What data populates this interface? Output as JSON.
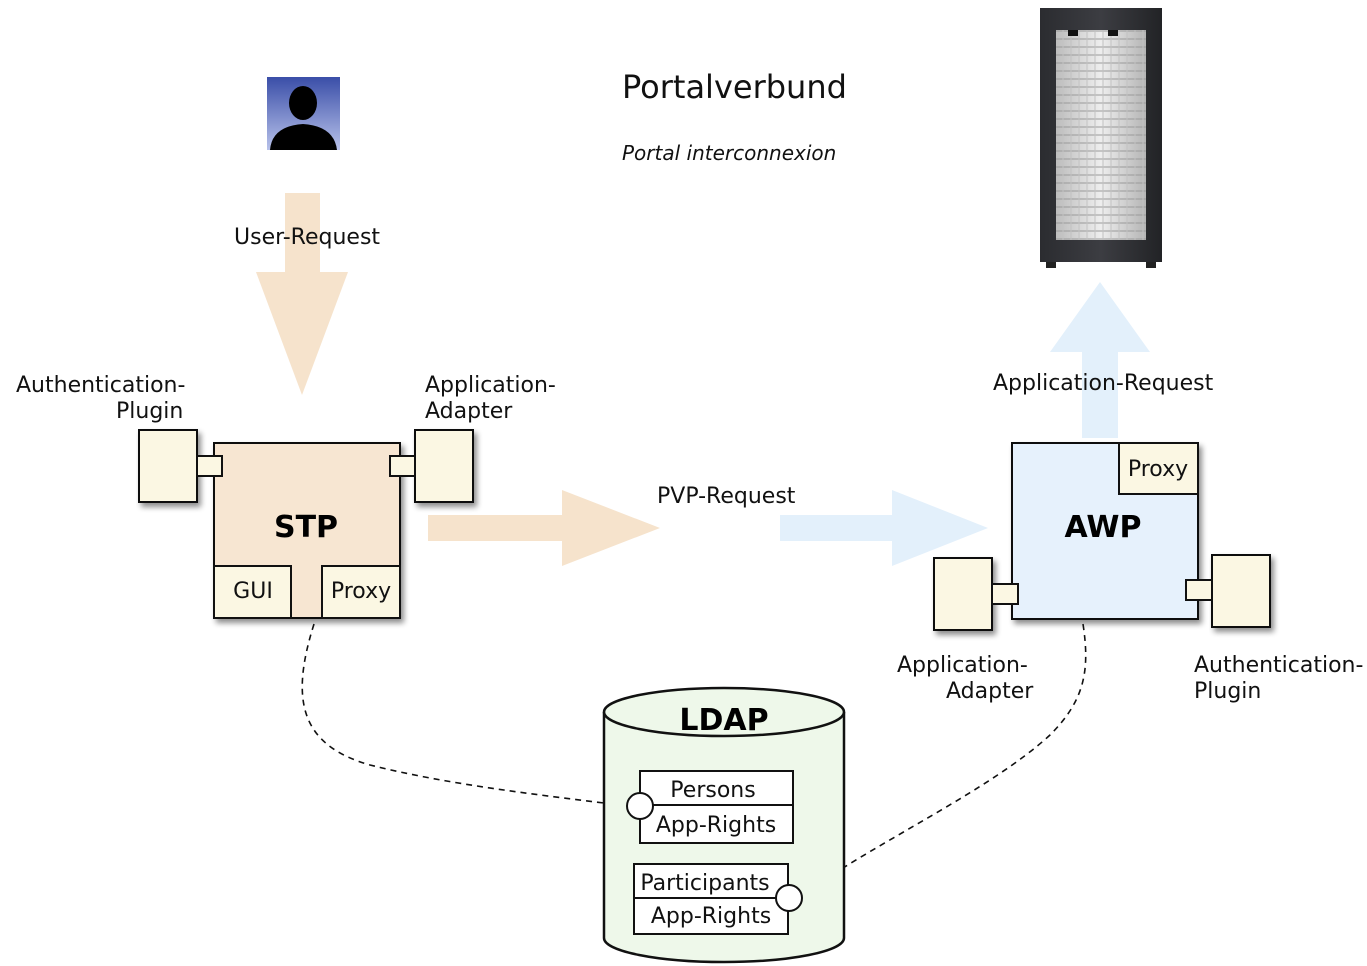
{
  "title": "Portalverbund",
  "subtitle": "Portal interconnexion",
  "arrows": {
    "user_request": "User-Request",
    "pvp_request": "PVP-Request",
    "application_request": "Application-Request"
  },
  "stp": {
    "label": "STP",
    "gui": "GUI",
    "proxy": "Proxy",
    "auth_plugin": [
      "Authentication-",
      "Plugin"
    ],
    "app_adapter": [
      "Application-",
      "Adapter"
    ]
  },
  "awp": {
    "label": "AWP",
    "proxy": "Proxy",
    "app_adapter": [
      "Application-",
      "Adapter"
    ],
    "auth_plugin": [
      "Authentication-",
      "Plugin"
    ]
  },
  "ldap": {
    "label": "LDAP",
    "persons": "Persons",
    "persons_rights": "App-Rights",
    "participants": "Participants",
    "participants_rights": "App-Rights"
  },
  "colors": {
    "stp_fill": "#f7e6d2",
    "awp_fill": "#e6f1fc",
    "plugin_fill": "#fbf7e3",
    "ldap_fill": "#eef8ea",
    "stp_arrow": "#f6e3cc",
    "awp_arrow": "#e3f0fb"
  },
  "icons": [
    "user-icon",
    "server-rack-icon"
  ]
}
